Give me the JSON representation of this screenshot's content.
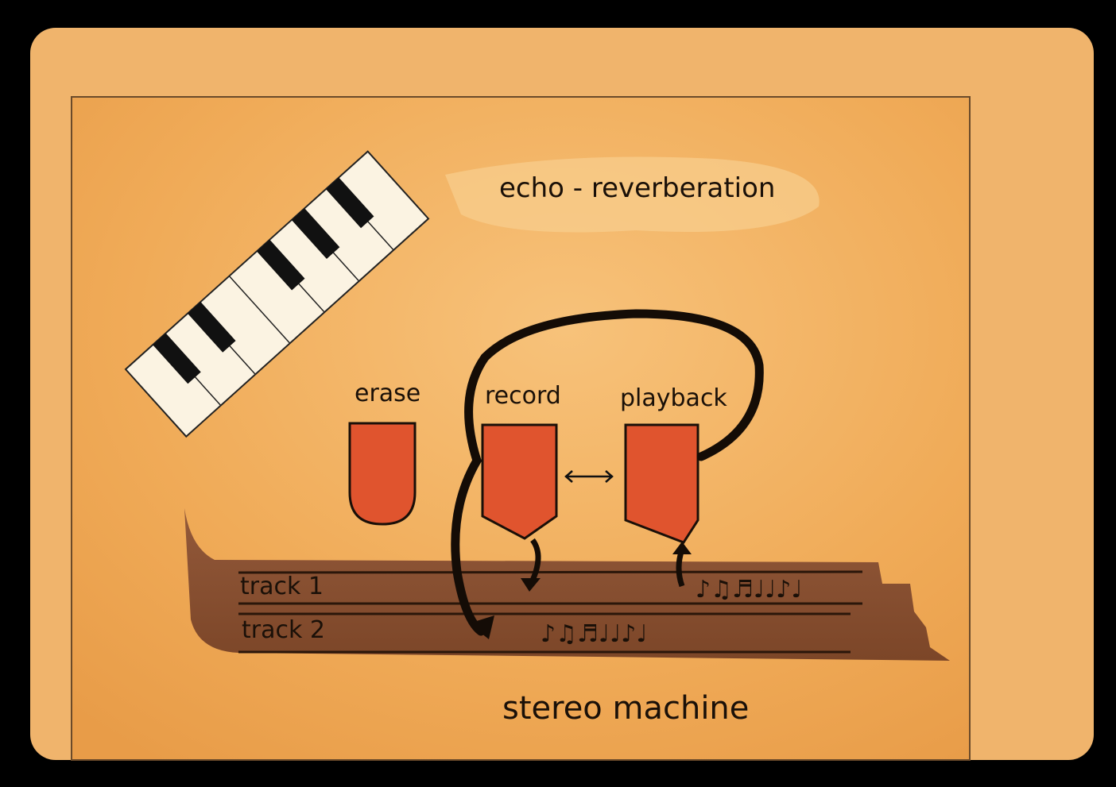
{
  "diagram": {
    "title": "echo - reverberation",
    "caption": "stereo machine",
    "heads": [
      {
        "label": "erase"
      },
      {
        "label": "record"
      },
      {
        "label": "playback"
      }
    ],
    "tracks": [
      {
        "label": "track 1"
      },
      {
        "label": "track 2"
      }
    ],
    "colors": {
      "mount": "#f0b46c",
      "paper": "#f0a955",
      "head": "#e0542e",
      "tape": "#8a5232"
    }
  }
}
